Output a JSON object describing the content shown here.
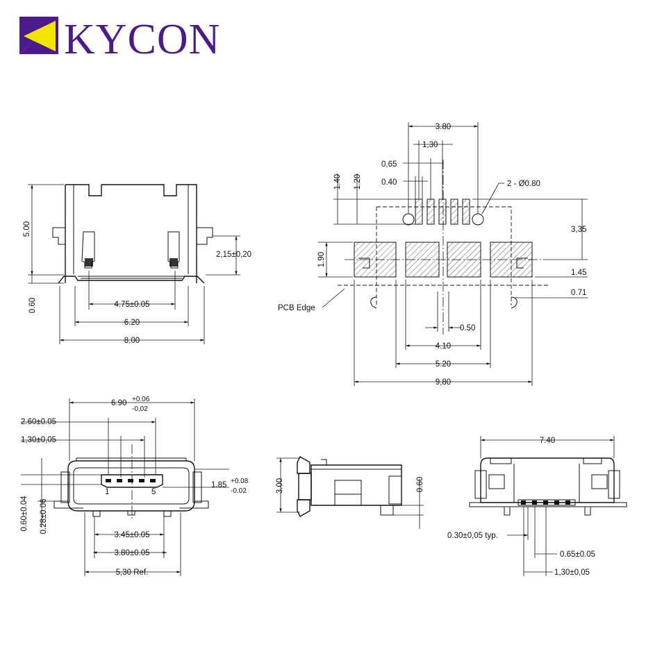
{
  "brand": {
    "name": "KYCON",
    "colors": {
      "purple": "#4b1a8c",
      "yellow": "#f2e600"
    }
  },
  "top_view": {
    "dims": {
      "height": "5.00",
      "pin_offset": "0.60",
      "tab_height": "2,15±0,20",
      "pad_span": "4.75±0.05",
      "inner_width": "6.20",
      "overall_width": "8,00"
    }
  },
  "footprint": {
    "dims": {
      "pitch_span": "3.80",
      "pair_span": "1,30",
      "pad_pitch": "0,65",
      "pad_width": "0.40",
      "row_offset_a": "1.40",
      "row_offset_b": "1.20",
      "hole": "2 - Ø0.80",
      "vert_a": "3,35",
      "pad_height": "1.90",
      "vert_b": "1.45",
      "edge_offset": "0.71",
      "center_gap": "0.50",
      "mount_inner": "4.10",
      "mount_outer": "5.20",
      "overall": "9,80"
    },
    "label_pcb_edge": "PCB Edge"
  },
  "front_view": {
    "dims": {
      "width_main": "6.90",
      "width_tol_plus": "+0.06",
      "width_tol_minus": "-0,02",
      "opening": "2.60±0.05",
      "half": "1,30±0,05",
      "height_main": "1.85",
      "height_tol_plus": "+0.08",
      "height_tol_minus": "-0.02",
      "offset_a": "0.60±0.04",
      "offset_b": "0.28±0.06",
      "leg_inner": "3.45±0.05",
      "leg_outer": "3.80±0.05",
      "ref": "5,30 Ref."
    },
    "pin_first": "1",
    "pin_last": "5"
  },
  "side_view": {
    "dims": {
      "height": "3.00",
      "lead": "0.60"
    }
  },
  "rear_view": {
    "dims": {
      "width": "7.40",
      "pin_width": "0.30±0,05 typ.",
      "pitch": "0.65±0.05",
      "span": "1,30±0,05"
    }
  }
}
